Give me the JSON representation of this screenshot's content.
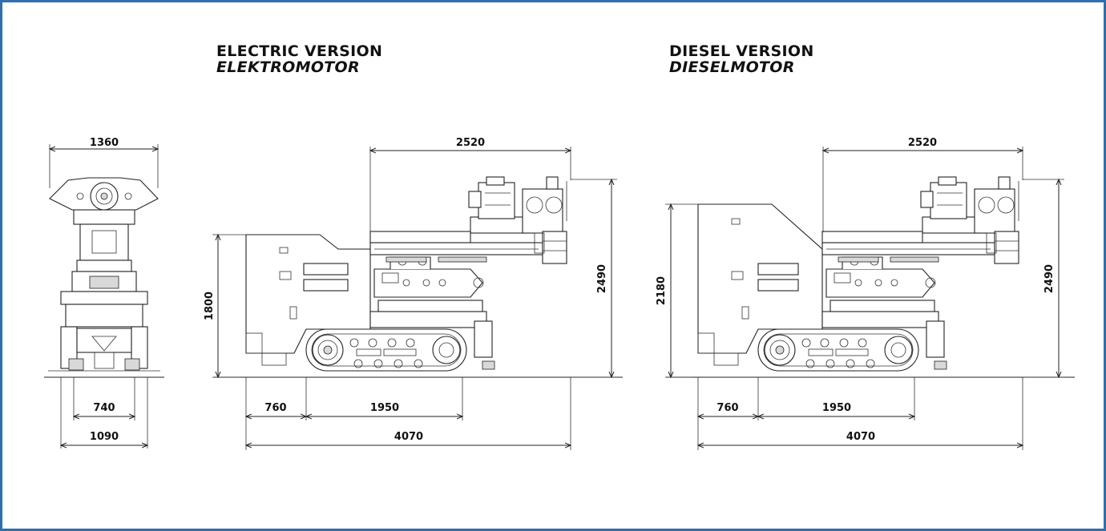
{
  "electric": {
    "title": "ELECTRIC VERSION",
    "subtitle": "ELEKTROMOTOR",
    "dims": {
      "top_width": "2520",
      "height_left": "1800",
      "height_right": "2490",
      "front": "760",
      "track": "1950",
      "total": "4070"
    }
  },
  "diesel": {
    "title": "DIESEL VERSION",
    "subtitle": "DIESELMOTOR",
    "dims": {
      "top_width": "2520",
      "height_left": "2180",
      "height_right": "2490",
      "front": "760",
      "track": "1950",
      "total": "4070"
    }
  },
  "front_view": {
    "dims": {
      "width_top": "1360",
      "inner_track": "740",
      "outer_track": "1090"
    }
  },
  "colors": {
    "frame_border": "#2f6fae",
    "line": "#222222"
  }
}
